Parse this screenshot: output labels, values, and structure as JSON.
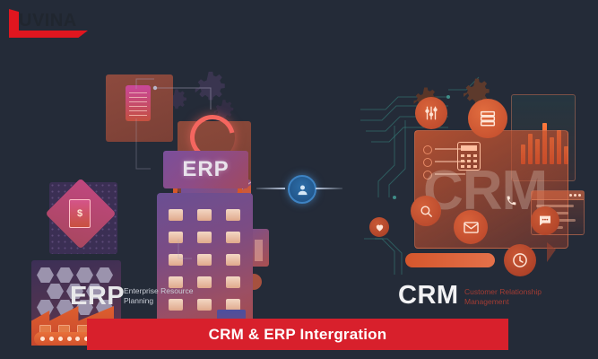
{
  "background_color": "#242b38",
  "logo": {
    "name": "LUVINA",
    "wordmark": "UVINA",
    "accent_color": "#e0161f"
  },
  "erp": {
    "sign_text": "ERP",
    "title": "ERP",
    "subtitle_line1": "Enterprise Resource",
    "subtitle_line2": "Planning",
    "title_color": "#e8e8ea",
    "subtitle_color": "#c9cdd6",
    "icons": [
      "gear-icon",
      "gear-icon",
      "progress-ring-icon",
      "clipboard-icon",
      "invoice-dollar-icon",
      "hexagon-grid-icon",
      "factory-icon",
      "conveyor-belt-icon",
      "office-building-icon",
      "area-chart-icon",
      "pie-chart-icon",
      "bar-chart-icon"
    ],
    "currency_symbol": "$"
  },
  "crm": {
    "watermark_text": "CRM",
    "title": "CRM",
    "subtitle_line1": "Customer Relationship",
    "subtitle_line2": "Management",
    "title_color": "#f2f2f4",
    "subtitle_color": "#a23c33",
    "icons": [
      "gear-icon",
      "gear-icon",
      "sliders-icon",
      "database-icon",
      "calculator-icon",
      "checklist-icon",
      "bar-chart-icon",
      "browser-window-icon",
      "search-icon",
      "email-icon",
      "phone-icon",
      "chat-icon",
      "clock-icon",
      "heart-icon"
    ]
  },
  "connector": {
    "icon": "user-avatar-icon",
    "accent_color": "#3e83c3"
  },
  "banner": {
    "text": "CRM & ERP Intergration",
    "background_color": "#d8202c",
    "text_color": "#ffffff"
  }
}
